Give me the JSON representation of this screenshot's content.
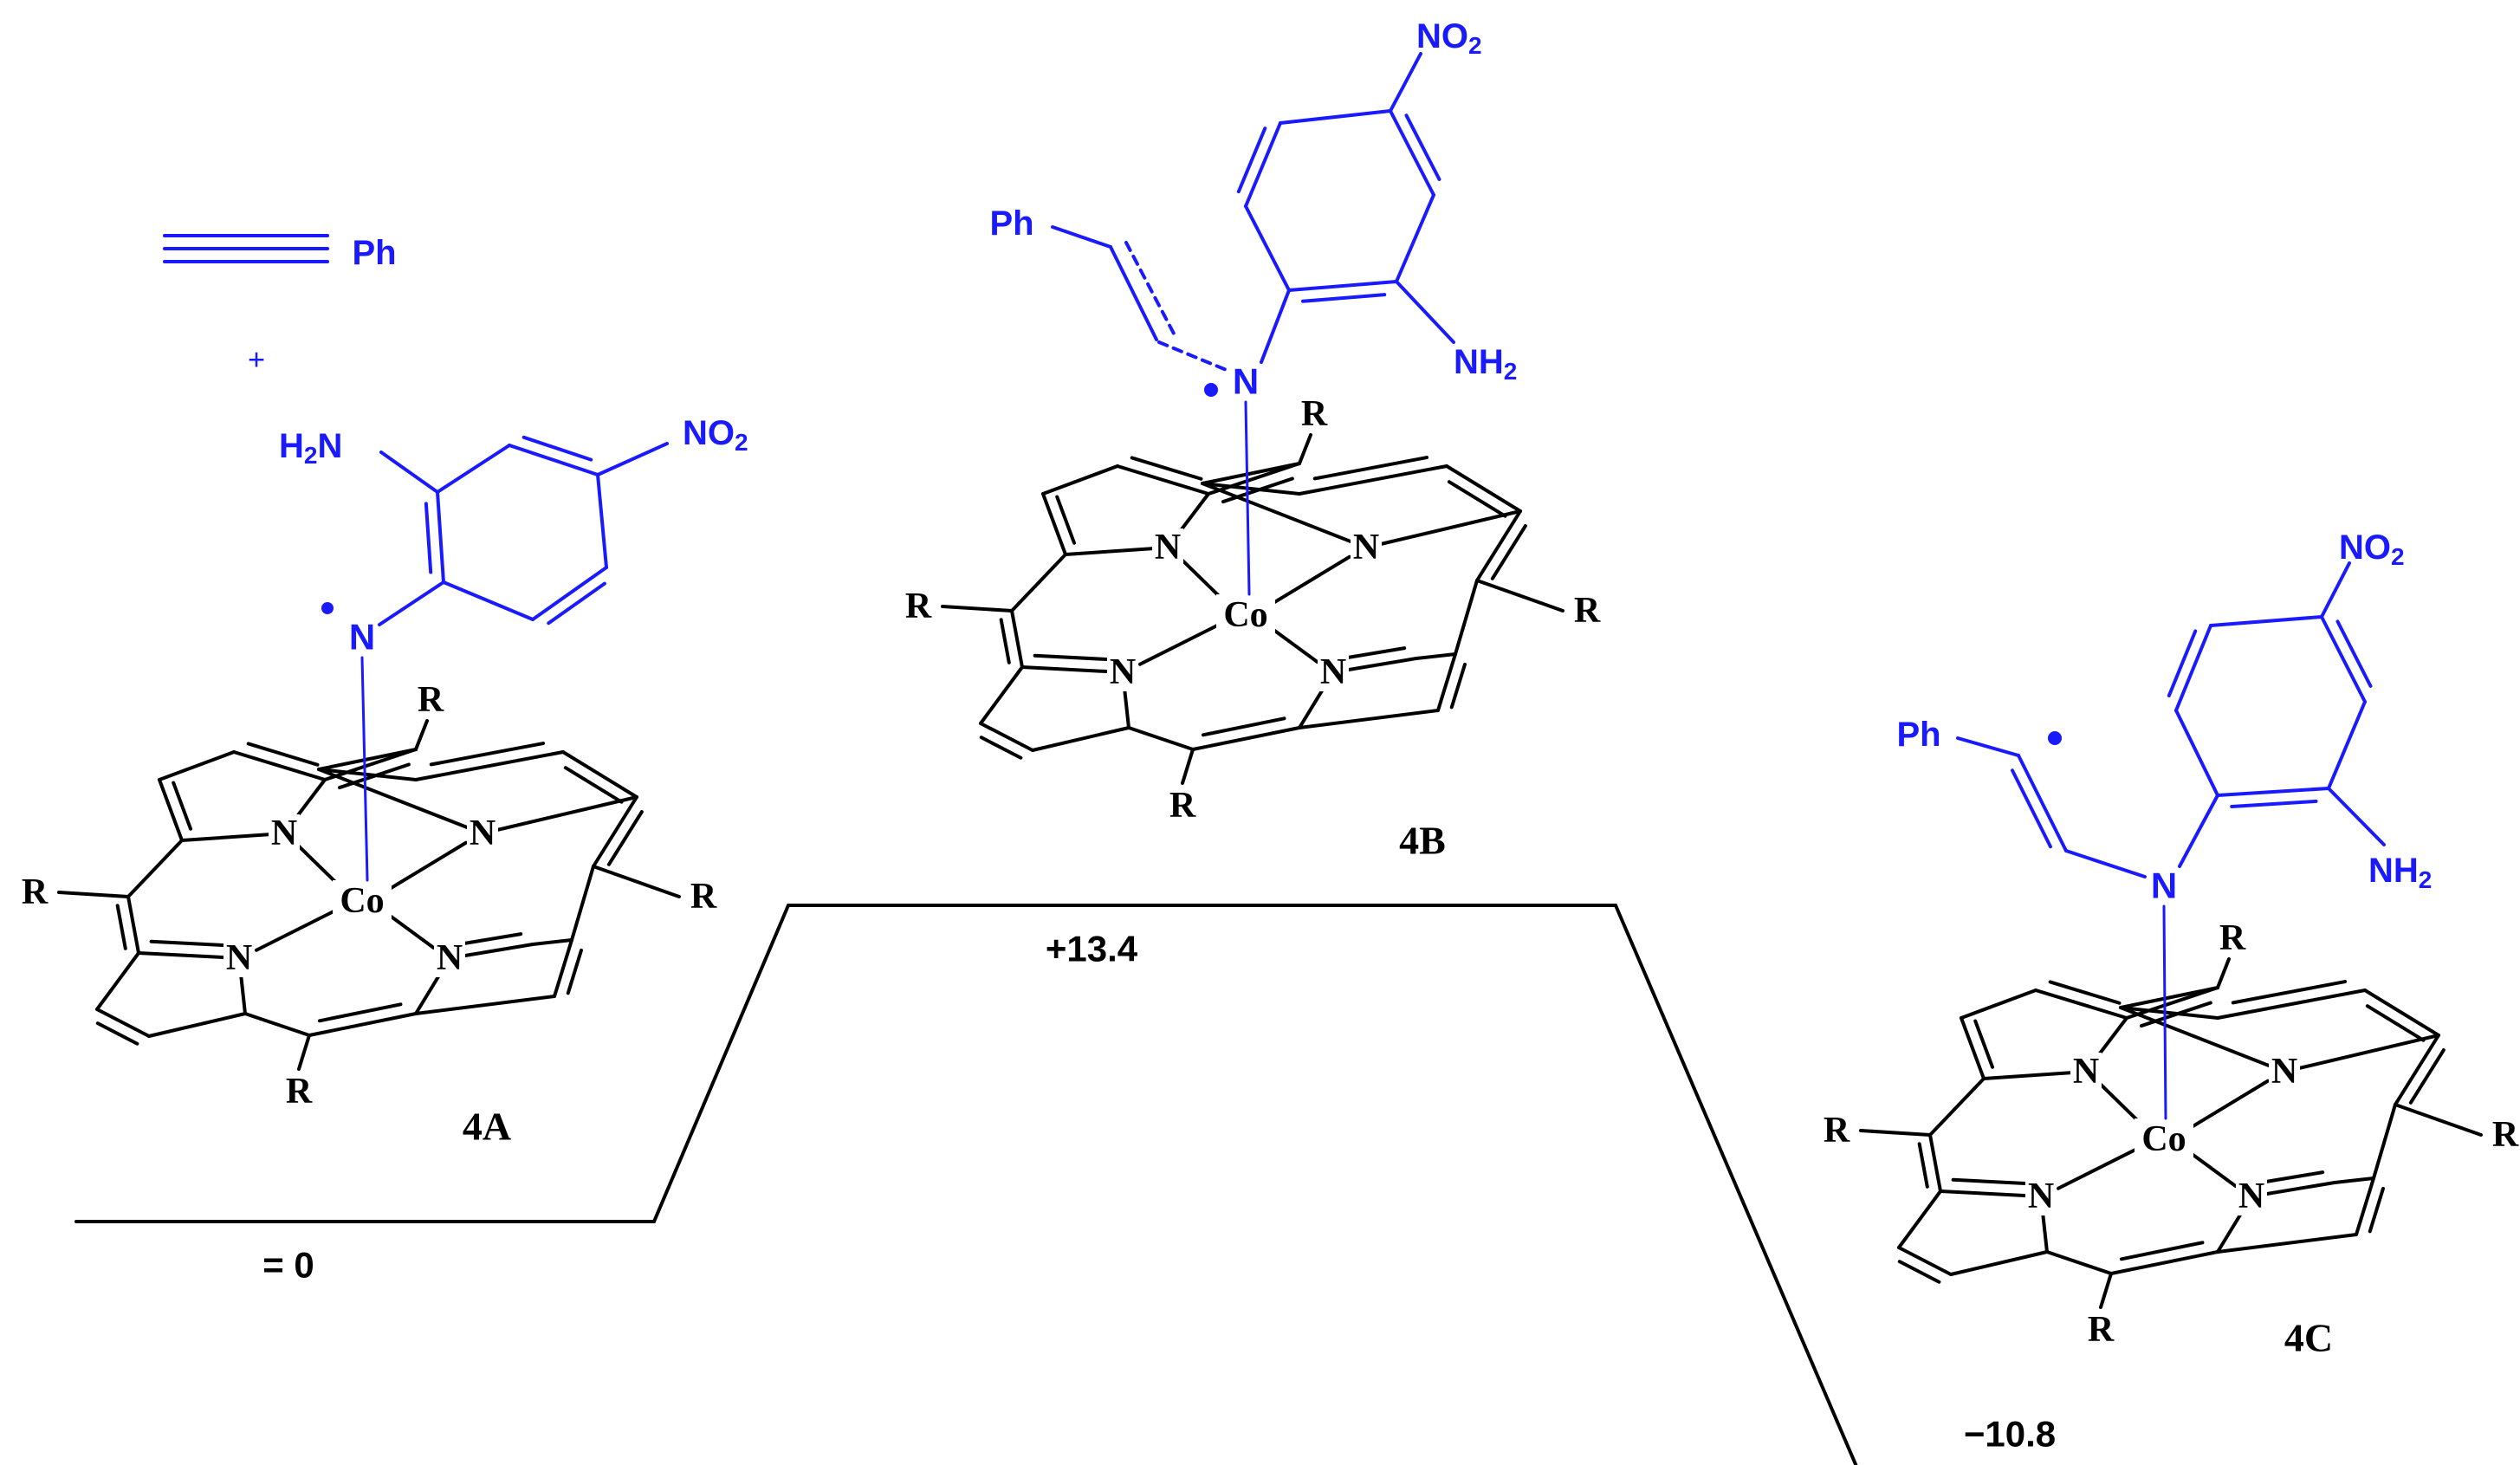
{
  "colors": {
    "fragment": "#1a1aff",
    "skeleton": "#000000"
  },
  "reactant": {
    "alkyne_substituent": "Ph",
    "plus": "+"
  },
  "atoms": {
    "N": "N",
    "Co": "Co",
    "R": "R",
    "Ph": "Ph"
  },
  "groups": {
    "nitro": "NO",
    "nitro_sub": "2",
    "amine": "NH",
    "amine_sub": "2",
    "h2n_prefix": "H",
    "h2n_sub": "2",
    "h2n_suffix": "N"
  },
  "species": [
    {
      "label": "4A",
      "energy": "= 0"
    },
    {
      "label": "4B",
      "energy": "+13.4"
    },
    {
      "label": "4C",
      "energy": "−10.8"
    }
  ],
  "energy_profile": [
    {
      "species": "4A",
      "relative_energy": 0
    },
    {
      "species": "4B",
      "relative_energy": 13.4
    },
    {
      "species": "4C",
      "relative_energy": -10.8
    }
  ]
}
